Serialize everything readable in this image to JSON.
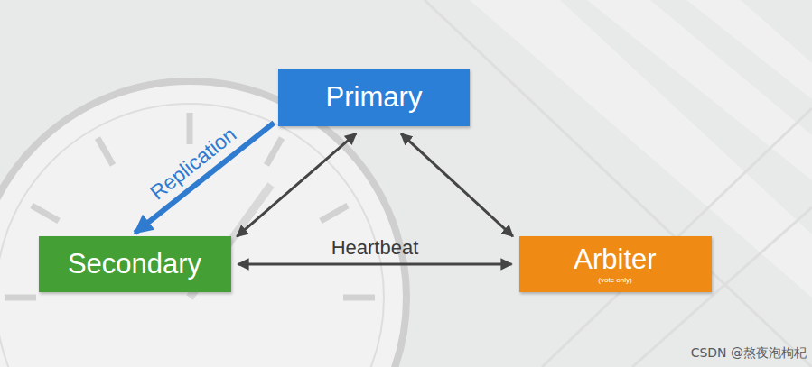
{
  "diagram": {
    "nodes": [
      {
        "text": [
          "Primary"
        ]
      },
      {
        "text": [
          "Secondary"
        ]
      },
      {
        "text": [
          "Arbiter",
          "(vote only)"
        ]
      }
    ],
    "edges": [
      {
        "from": 0,
        "to": 1,
        "arrow": "both"
      },
      {
        "from": 0,
        "to": 2,
        "arrow": "both"
      },
      {
        "from": 1,
        "to": 2,
        "label": "Heartbeat",
        "arrow": "both"
      },
      {
        "from": 0,
        "to": 1,
        "label": "Replication",
        "arrow": "to"
      }
    ],
    "labels": [
      "CSDN @熬夜泡枸杞"
    ]
  }
}
